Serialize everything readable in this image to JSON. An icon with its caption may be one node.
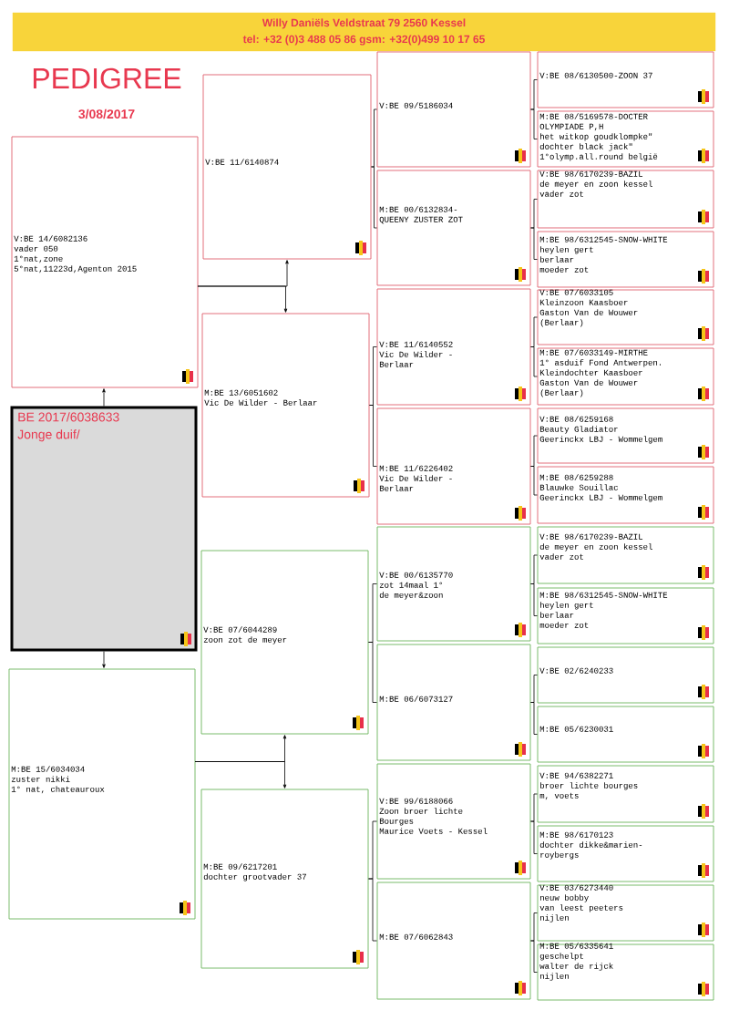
{
  "diagram": {
    "title": "PEDIGREE",
    "nodes": [
      {
        "text": [
          "Willy Daniëls Veldstraat 79 2560 Kessel",
          "tel: +32 (0)3 488 05 86 gsm: +32(0)499 10 17 65"
        ]
      },
      {
        "text": [
          "BE 2017/6038633",
          "Jonge duif/"
        ]
      },
      {
        "text": [
          "V:BE 14/6082136",
          "vader 050",
          "1°nat,zone",
          "5°nat,11223d,Agenton 2015"
        ]
      },
      {
        "text": [
          "M:BE 15/6034034",
          "zuster nikki",
          "1° nat, chateauroux"
        ]
      },
      {
        "text": [
          "V:BE 11/6140874"
        ]
      },
      {
        "text": [
          "M:BE 13/6051602",
          "Vic De Wilder - Berlaar"
        ]
      },
      {
        "text": [
          "V:BE 07/6044289",
          "zoon zot de meyer"
        ]
      },
      {
        "text": [
          "M:BE 09/6217201",
          "dochter grootvader 37"
        ]
      },
      {
        "text": [
          "V:BE 09/5186034"
        ]
      },
      {
        "text": [
          "M:BE 00/6132834-",
          "QUEENY ZUSTER ZOT"
        ]
      },
      {
        "text": [
          "V:BE 11/6140552",
          "Vic De Wilder -",
          "Berlaar"
        ]
      },
      {
        "text": [
          "M:BE 11/6226402",
          "Vic De Wilder -",
          "Berlaar"
        ]
      },
      {
        "text": [
          "V:BE 00/6135770",
          "zot 14maal 1°",
          "de meyer&zoon"
        ]
      },
      {
        "text": [
          "M:BE 06/6073127"
        ]
      },
      {
        "text": [
          "V:BE 99/6188066",
          "Zoon broer lichte",
          "Bourges",
          "Maurice Voets - Kessel"
        ]
      },
      {
        "text": [
          "M:BE 07/6062843"
        ]
      },
      {
        "text": [
          "V:BE 08/6130500-ZOON 37"
        ]
      },
      {
        "text": [
          "M:BE 08/5169578-DOCTER",
          "OLYMPIADE P,H",
          "het witkop goudklompke\"",
          "dochter black jack\"",
          "1°olymp.all.round belgië"
        ]
      },
      {
        "text": [
          "V:BE 98/6170239-BAZIL",
          "de meyer en zoon kessel",
          "vader zot"
        ]
      },
      {
        "text": [
          "M:BE 98/6312545-SNOW-WHITE",
          "heylen gert",
          "berlaar",
          "moeder zot"
        ]
      },
      {
        "text": [
          "V:BE 07/6033105",
          "Kleinzoon Kaasboer",
          "Gaston Van de Wouwer",
          "(Berlaar)"
        ]
      },
      {
        "text": [
          "M:BE 07/6033149-MIRTHE",
          "1° asduif Fond Antwerpen.",
          "Kleindochter Kaasboer",
          "Gaston Van de Wouwer",
          "(Berlaar)"
        ]
      },
      {
        "text": [
          "V:BE 08/6259168",
          "Beauty Gladiator",
          "Geerinckx LBJ - Wommelgem"
        ]
      },
      {
        "text": [
          "M:BE 08/6259288",
          "Blauwke Souillac",
          "Geerinckx LBJ - Wommelgem"
        ]
      },
      {
        "text": [
          "V:BE 98/6170239-BAZIL",
          "de meyer en zoon kessel",
          "vader zot"
        ]
      },
      {
        "text": [
          "M:BE 98/6312545-SNOW-WHITE",
          "heylen gert",
          "berlaar",
          "moeder zot"
        ]
      },
      {
        "text": [
          "V:BE 02/6240233"
        ]
      },
      {
        "text": [
          "M:BE 05/6230031"
        ]
      },
      {
        "text": [
          "V:BE 94/6382271",
          "broer lichte bourges",
          "m, voets"
        ]
      },
      {
        "text": [
          "M:BE 98/6170123",
          "dochter dikke&marien-",
          "roybergs"
        ]
      },
      {
        "text": [
          "V:BE 03/6273440",
          "neuw bobby",
          "van leest peeters",
          "nijlen"
        ]
      },
      {
        "text": [
          "M:BE 05/6335641",
          "geschelpt",
          "walter de rijck",
          "nijlen"
        ]
      }
    ],
    "edges": [
      {
        "from": 1,
        "to": 2,
        "arrow": "to"
      },
      {
        "from": 1,
        "to": 3,
        "arrow": "to"
      },
      {
        "from": 2,
        "to": 4,
        "arrow": "to"
      },
      {
        "from": 2,
        "to": 5,
        "arrow": "to"
      },
      {
        "from": 3,
        "to": 6,
        "arrow": "to"
      },
      {
        "from": 3,
        "to": 7,
        "arrow": "to"
      },
      {
        "from": 4,
        "to": 8,
        "arrow": "none"
      },
      {
        "from": 4,
        "to": 9,
        "arrow": "none"
      },
      {
        "from": 5,
        "to": 10,
        "arrow": "none"
      },
      {
        "from": 5,
        "to": 11,
        "arrow": "none"
      },
      {
        "from": 6,
        "to": 12,
        "arrow": "none"
      },
      {
        "from": 6,
        "to": 13,
        "arrow": "none"
      },
      {
        "from": 7,
        "to": 14,
        "arrow": "none"
      },
      {
        "from": 7,
        "to": 15,
        "arrow": "none"
      },
      {
        "from": 8,
        "to": 16,
        "arrow": "none"
      },
      {
        "from": 8,
        "to": 17,
        "arrow": "none"
      },
      {
        "from": 9,
        "to": 18,
        "arrow": "none"
      },
      {
        "from": 9,
        "to": 19,
        "arrow": "none"
      },
      {
        "from": 10,
        "to": 20,
        "arrow": "none"
      },
      {
        "from": 10,
        "to": 21,
        "arrow": "none"
      },
      {
        "from": 11,
        "to": 22,
        "arrow": "none"
      },
      {
        "from": 11,
        "to": 23,
        "arrow": "none"
      },
      {
        "from": 12,
        "to": 24,
        "arrow": "none"
      },
      {
        "from": 12,
        "to": 25,
        "arrow": "none"
      },
      {
        "from": 13,
        "to": 26,
        "arrow": "none"
      },
      {
        "from": 13,
        "to": 27,
        "arrow": "none"
      },
      {
        "from": 14,
        "to": 28,
        "arrow": "none"
      },
      {
        "from": 14,
        "to": 29,
        "arrow": "none"
      },
      {
        "from": 15,
        "to": 30,
        "arrow": "none"
      },
      {
        "from": 15,
        "to": 31,
        "arrow": "none"
      }
    ],
    "labels": [
      "3/08/2017"
    ]
  }
}
